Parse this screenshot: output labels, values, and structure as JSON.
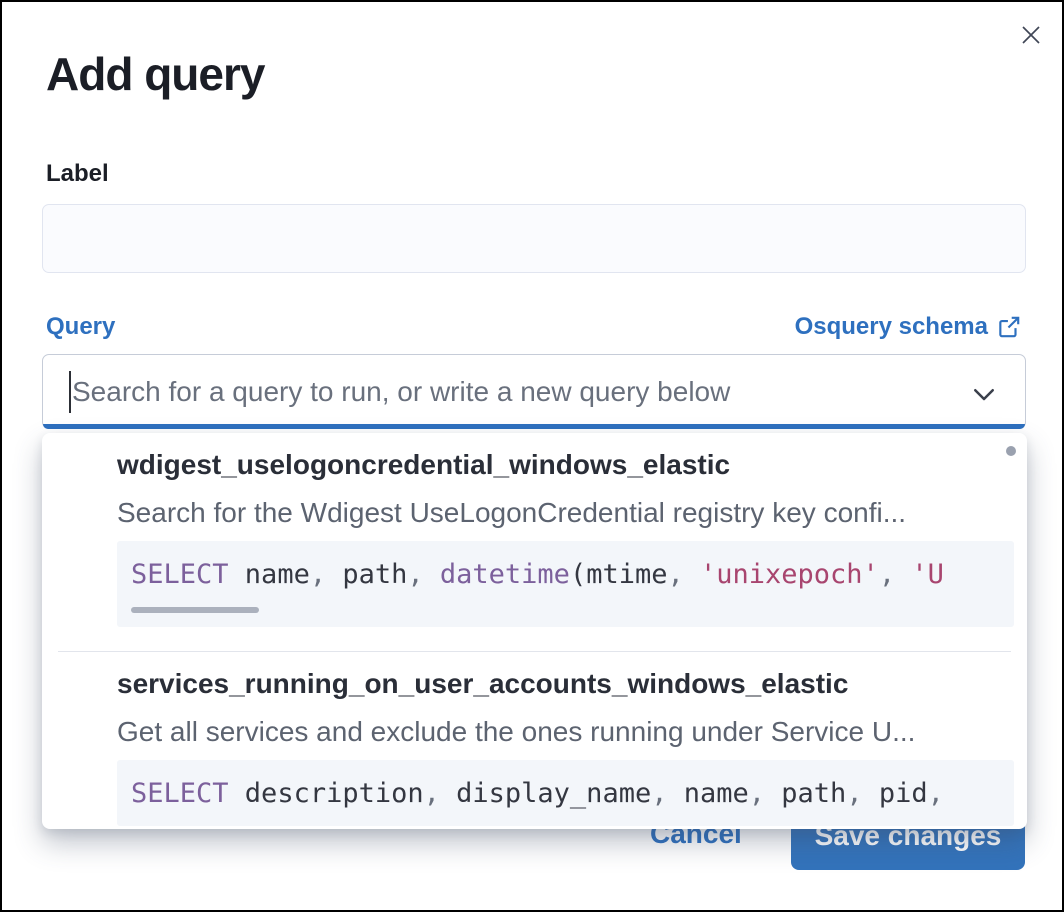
{
  "modal": {
    "title": "Add query"
  },
  "label_field": {
    "label": "Label",
    "value": ""
  },
  "query_section": {
    "label": "Query",
    "schema_link_label": "Osquery schema",
    "search_placeholder": "Search for a query to run, or write a new query below"
  },
  "dropdown": {
    "options": [
      {
        "name": "wdigest_uselogoncredential_windows_elastic",
        "description": "Search for the Wdigest UseLogonCredential registry key confi...",
        "sql_text": "SELECT name, path, datetime(mtime, 'unixepoch', 'U",
        "sql_tokens": [
          {
            "text": "SELECT",
            "type": "keyword"
          },
          {
            "text": " name",
            "type": "plain"
          },
          {
            "text": ", ",
            "type": "punct"
          },
          {
            "text": "path",
            "type": "plain"
          },
          {
            "text": ", ",
            "type": "punct"
          },
          {
            "text": "datetime",
            "type": "keyword"
          },
          {
            "text": "(",
            "type": "plain"
          },
          {
            "text": "mtime",
            "type": "plain"
          },
          {
            "text": ", ",
            "type": "punct"
          },
          {
            "text": "'unixepoch'",
            "type": "string"
          },
          {
            "text": ", ",
            "type": "punct"
          },
          {
            "text": "'U",
            "type": "string"
          }
        ]
      },
      {
        "name": "services_running_on_user_accounts_windows_elastic",
        "description": "Get all services and exclude the ones running under Service U...",
        "sql_text": "SELECT description, display_name, name, path, pid,",
        "sql_tokens": [
          {
            "text": "SELECT",
            "type": "keyword"
          },
          {
            "text": " description",
            "type": "plain"
          },
          {
            "text": ", ",
            "type": "punct"
          },
          {
            "text": "display_name",
            "type": "plain"
          },
          {
            "text": ", ",
            "type": "punct"
          },
          {
            "text": "name",
            "type": "plain"
          },
          {
            "text": ", ",
            "type": "punct"
          },
          {
            "text": "path",
            "type": "plain"
          },
          {
            "text": ", ",
            "type": "punct"
          },
          {
            "text": "pid",
            "type": "plain"
          },
          {
            "text": ",",
            "type": "punct"
          }
        ]
      }
    ]
  },
  "footer": {
    "cancel_label": "Cancel",
    "save_label": "Save changes"
  },
  "icons": {
    "close": "close-x",
    "external_link": "box-with-arrow",
    "chevron": "chevron-down"
  },
  "colors": {
    "link_blue": "#2e70bf",
    "button_blue": "#3373bb",
    "focus_underline_blue": "#2e70bf",
    "keyword_purple": "#7c609c",
    "string_rose": "#a8456f",
    "punctuation_gray": "#69707d",
    "code_background": "#f3f6fa",
    "title_text": "#1b1e26",
    "subdued_text": "#5c6370",
    "frame_border": "#000000"
  }
}
